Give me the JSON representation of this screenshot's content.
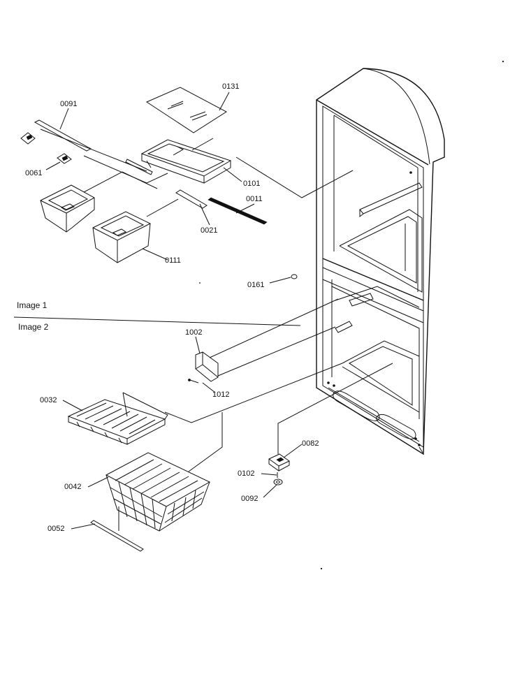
{
  "sections": {
    "image1": "Image 1",
    "image2": "Image 2"
  },
  "parts": {
    "p0131": "0131",
    "p0091": "0091",
    "p0061": "0061",
    "p0101": "0101",
    "p0011": "0011",
    "p0021": "0021",
    "p0111": "0111",
    "p0161": "0161",
    "p1002": "1002",
    "p1012": "1012",
    "p0032": "0032",
    "p0042": "0042",
    "p0052": "0052",
    "p0082": "0082",
    "p0102": "0102",
    "p0092": "0092"
  }
}
